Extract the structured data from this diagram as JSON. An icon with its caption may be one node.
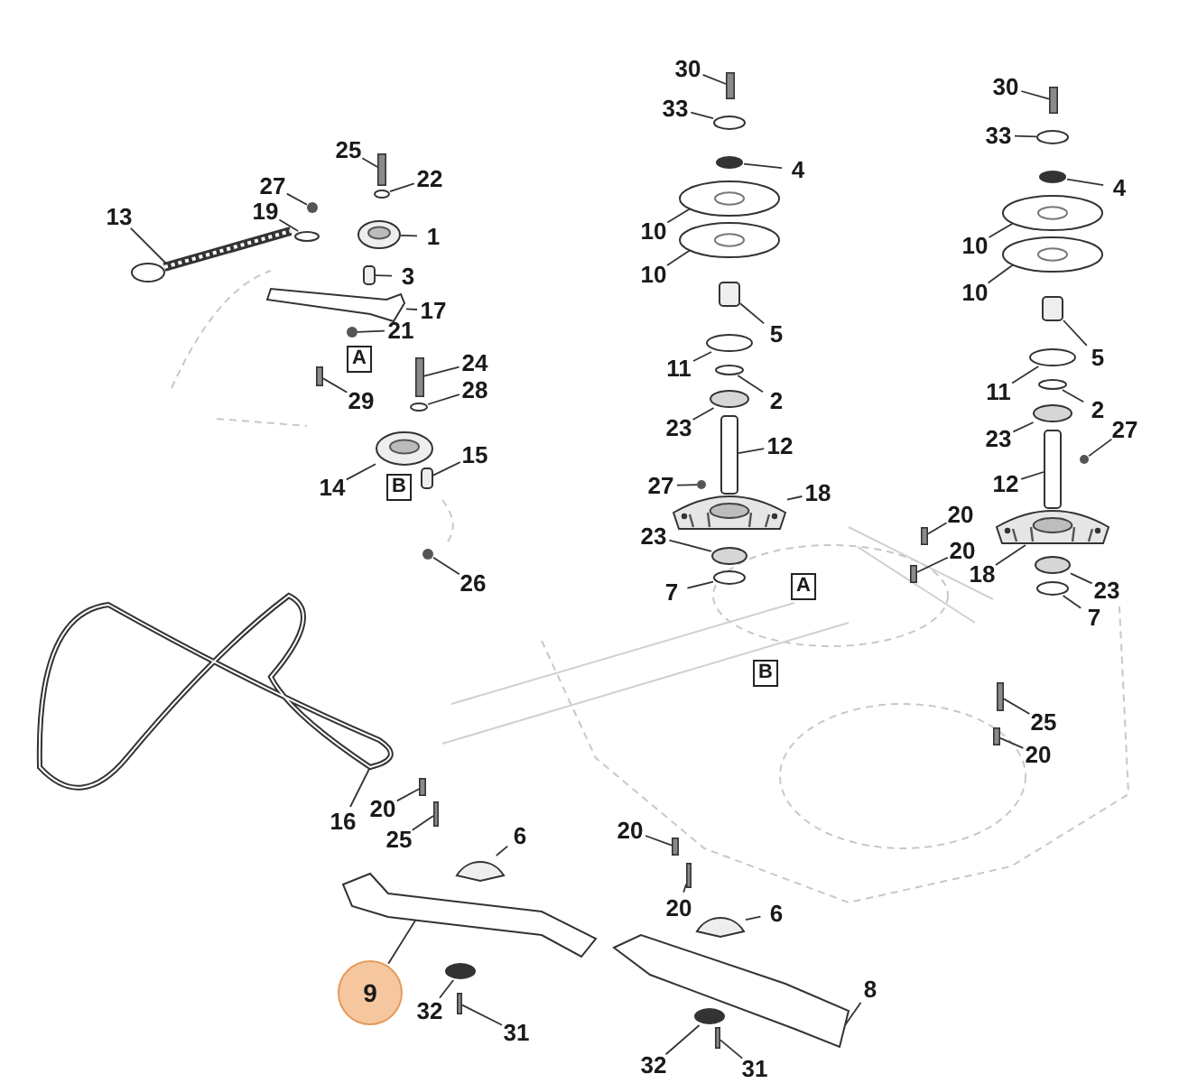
{
  "diagram": {
    "nodes": [
      {
        "text": [
          "25"
        ]
      },
      {
        "text": [
          "22"
        ]
      },
      {
        "text": [
          "27"
        ]
      },
      {
        "text": [
          "19"
        ]
      },
      {
        "text": [
          "1"
        ]
      },
      {
        "text": [
          "13"
        ]
      },
      {
        "text": [
          "3"
        ]
      },
      {
        "text": [
          "17"
        ]
      },
      {
        "text": [
          "21"
        ]
      },
      {
        "text": [
          "29"
        ]
      },
      {
        "text": [
          "24"
        ]
      },
      {
        "text": [
          "28"
        ]
      },
      {
        "text": [
          "15"
        ]
      },
      {
        "text": [
          "14"
        ]
      },
      {
        "text": [
          "26"
        ]
      },
      {
        "text": [
          "30"
        ]
      },
      {
        "text": [
          "33"
        ]
      },
      {
        "text": [
          "4"
        ]
      },
      {
        "text": [
          "10"
        ]
      },
      {
        "text": [
          "10"
        ]
      },
      {
        "text": [
          "5"
        ]
      },
      {
        "text": [
          "11"
        ]
      },
      {
        "text": [
          "2"
        ]
      },
      {
        "text": [
          "23"
        ]
      },
      {
        "text": [
          "12"
        ]
      },
      {
        "text": [
          "27"
        ]
      },
      {
        "text": [
          "18"
        ]
      },
      {
        "text": [
          "23"
        ]
      },
      {
        "text": [
          "7"
        ]
      },
      {
        "text": [
          "30"
        ]
      },
      {
        "text": [
          "33"
        ]
      },
      {
        "text": [
          "4"
        ]
      },
      {
        "text": [
          "10"
        ]
      },
      {
        "text": [
          "10"
        ]
      },
      {
        "text": [
          "5"
        ]
      },
      {
        "text": [
          "11"
        ]
      },
      {
        "text": [
          "2"
        ]
      },
      {
        "text": [
          "27"
        ]
      },
      {
        "text": [
          "23"
        ]
      },
      {
        "text": [
          "12"
        ]
      },
      {
        "text": [
          "20"
        ]
      },
      {
        "text": [
          "20"
        ]
      },
      {
        "text": [
          "18"
        ]
      },
      {
        "text": [
          "23"
        ]
      },
      {
        "text": [
          "7"
        ]
      },
      {
        "text": [
          "25"
        ]
      },
      {
        "text": [
          "20"
        ]
      },
      {
        "text": [
          "16"
        ]
      },
      {
        "text": [
          "20"
        ]
      },
      {
        "text": [
          "25"
        ]
      },
      {
        "text": [
          "6"
        ]
      },
      {
        "text": [
          "20"
        ]
      },
      {
        "text": [
          "20"
        ]
      },
      {
        "text": [
          "6"
        ]
      },
      {
        "text": [
          "9"
        ]
      },
      {
        "text": [
          "8"
        ]
      },
      {
        "text": [
          "32"
        ]
      },
      {
        "text": [
          "31"
        ]
      },
      {
        "text": [
          "32"
        ]
      },
      {
        "text": [
          "31"
        ]
      },
      {
        "text": [],
        "shape": "bar"
      },
      {
        "text": [],
        "shape": "ellipse"
      },
      {
        "text": [],
        "shape": "circle"
      },
      {
        "text": [],
        "shape": "ellipse"
      },
      {
        "text": [],
        "shape": "picture"
      },
      {
        "text": [],
        "shape": "picture"
      },
      {
        "text": [],
        "shape": "box"
      },
      {
        "text": [],
        "shape": "picture"
      },
      {
        "text": [],
        "shape": "circle"
      },
      {
        "text": [],
        "shape": "bar"
      },
      {
        "text": [],
        "shape": "bar"
      },
      {
        "text": [],
        "shape": "ellipse"
      },
      {
        "text": [],
        "shape": "box"
      },
      {
        "text": [],
        "shape": "picture"
      },
      {
        "text": [],
        "shape": "circle"
      },
      {
        "text": [],
        "shape": "bar"
      },
      {
        "text": [],
        "shape": "ellipse"
      },
      {
        "text": [],
        "shape": "ellipse"
      },
      {
        "text": [],
        "shape": "picture"
      },
      {
        "text": [],
        "shape": "picture"
      },
      {
        "text": [],
        "shape": "box"
      },
      {
        "text": [],
        "shape": "ellipse"
      },
      {
        "text": [],
        "shape": "ellipse"
      },
      {
        "text": [],
        "shape": "ellipse"
      },
      {
        "text": [],
        "shape": "box"
      },
      {
        "text": [],
        "shape": "circle"
      },
      {
        "text": [],
        "shape": "picture"
      },
      {
        "text": [],
        "shape": "ellipse"
      },
      {
        "text": [],
        "shape": "ellipse"
      },
      {
        "text": [],
        "shape": "bar"
      },
      {
        "text": [],
        "shape": "ellipse"
      },
      {
        "text": [],
        "shape": "ellipse"
      },
      {
        "text": [],
        "shape": "picture"
      },
      {
        "text": [],
        "shape": "picture"
      },
      {
        "text": [],
        "shape": "box"
      },
      {
        "text": [],
        "shape": "ellipse"
      },
      {
        "text": [],
        "shape": "ellipse"
      },
      {
        "text": [],
        "shape": "circle"
      },
      {
        "text": [],
        "shape": "ellipse"
      },
      {
        "text": [],
        "shape": "box"
      },
      {
        "text": [],
        "shape": "bar"
      },
      {
        "text": [],
        "shape": "bar"
      },
      {
        "text": [],
        "shape": "picture"
      },
      {
        "text": [],
        "shape": "ellipse"
      },
      {
        "text": [],
        "shape": "ellipse"
      },
      {
        "text": [],
        "shape": "bar"
      },
      {
        "text": [],
        "shape": "bar"
      },
      {
        "text": [],
        "shape": "picture"
      },
      {
        "text": [],
        "shape": "bar"
      },
      {
        "text": [],
        "shape": "bar"
      },
      {
        "text": [],
        "shape": "picture"
      },
      {
        "text": [],
        "shape": "bar"
      },
      {
        "text": [],
        "shape": "bar"
      },
      {
        "text": [],
        "shape": "picture"
      },
      {
        "text": [],
        "shape": "picture"
      },
      {
        "text": [],
        "shape": "picture"
      },
      {
        "text": [],
        "shape": "ellipse"
      },
      {
        "text": [],
        "shape": "bar"
      },
      {
        "text": [],
        "shape": "ellipse"
      },
      {
        "text": [],
        "shape": "bar"
      }
    ],
    "edges": [
      {
        "from": 0,
        "to": 60,
        "arrow": "none"
      },
      {
        "from": 1,
        "to": 61,
        "arrow": "none"
      },
      {
        "from": 2,
        "to": 62,
        "arrow": "none"
      },
      {
        "from": 3,
        "to": 63,
        "arrow": "none"
      },
      {
        "from": 4,
        "to": 64,
        "arrow": "none"
      },
      {
        "from": 5,
        "to": 65,
        "arrow": "none"
      },
      {
        "from": 6,
        "to": 66,
        "arrow": "none"
      },
      {
        "from": 7,
        "to": 67,
        "arrow": "none"
      },
      {
        "from": 8,
        "to": 68,
        "arrow": "none"
      },
      {
        "from": 9,
        "to": 69,
        "arrow": "none"
      },
      {
        "from": 10,
        "to": 70,
        "arrow": "none"
      },
      {
        "from": 11,
        "to": 71,
        "arrow": "none"
      },
      {
        "from": 12,
        "to": 72,
        "arrow": "none"
      },
      {
        "from": 13,
        "to": 73,
        "arrow": "none"
      },
      {
        "from": 14,
        "to": 74,
        "arrow": "none"
      },
      {
        "from": 15,
        "to": 75,
        "arrow": "none"
      },
      {
        "from": 16,
        "to": 76,
        "arrow": "none"
      },
      {
        "from": 17,
        "to": 77,
        "arrow": "none"
      },
      {
        "from": 18,
        "to": 78,
        "arrow": "none"
      },
      {
        "from": 19,
        "to": 79,
        "arrow": "none"
      },
      {
        "from": 20,
        "to": 80,
        "arrow": "none"
      },
      {
        "from": 21,
        "to": 81,
        "arrow": "none"
      },
      {
        "from": 22,
        "to": 82,
        "arrow": "none"
      },
      {
        "from": 23,
        "to": 83,
        "arrow": "none"
      },
      {
        "from": 24,
        "to": 84,
        "arrow": "none"
      },
      {
        "from": 25,
        "to": 85,
        "arrow": "none"
      },
      {
        "from": 26,
        "to": 86,
        "arrow": "none"
      },
      {
        "from": 27,
        "to": 87,
        "arrow": "none"
      },
      {
        "from": 28,
        "to": 88,
        "arrow": "none"
      },
      {
        "from": 29,
        "to": 89,
        "arrow": "none"
      },
      {
        "from": 30,
        "to": 90,
        "arrow": "none"
      },
      {
        "from": 31,
        "to": 91,
        "arrow": "none"
      },
      {
        "from": 32,
        "to": 92,
        "arrow": "none"
      },
      {
        "from": 33,
        "to": 93,
        "arrow": "none"
      },
      {
        "from": 34,
        "to": 94,
        "arrow": "none"
      },
      {
        "from": 35,
        "to": 95,
        "arrow": "none"
      },
      {
        "from": 36,
        "to": 96,
        "arrow": "none"
      },
      {
        "from": 37,
        "to": 97,
        "arrow": "none"
      },
      {
        "from": 38,
        "to": 98,
        "arrow": "none"
      },
      {
        "from": 39,
        "to": 99,
        "arrow": "none"
      },
      {
        "from": 40,
        "to": 100,
        "arrow": "none"
      },
      {
        "from": 41,
        "to": 101,
        "arrow": "none"
      },
      {
        "from": 42,
        "to": 102,
        "arrow": "none"
      },
      {
        "from": 43,
        "to": 103,
        "arrow": "none"
      },
      {
        "from": 44,
        "to": 104,
        "arrow": "none"
      },
      {
        "from": 45,
        "to": 105,
        "arrow": "none"
      },
      {
        "from": 46,
        "to": 106,
        "arrow": "none"
      },
      {
        "from": 47,
        "to": 107,
        "arrow": "none"
      },
      {
        "from": 48,
        "to": 108,
        "arrow": "none"
      },
      {
        "from": 49,
        "to": 109,
        "arrow": "none"
      },
      {
        "from": 50,
        "to": 110,
        "arrow": "none"
      },
      {
        "from": 51,
        "to": 111,
        "arrow": "none"
      },
      {
        "from": 52,
        "to": 112,
        "arrow": "none"
      },
      {
        "from": 53,
        "to": 113,
        "arrow": "none"
      },
      {
        "from": 54,
        "to": 114,
        "arrow": "none"
      },
      {
        "from": 55,
        "to": 115,
        "arrow": "none"
      },
      {
        "from": 56,
        "to": 116,
        "arrow": "none"
      },
      {
        "from": 57,
        "to": 117,
        "arrow": "none"
      },
      {
        "from": 58,
        "to": 118,
        "arrow": "none"
      },
      {
        "from": 59,
        "to": 119,
        "arrow": "none"
      }
    ],
    "labels": [
      "A",
      "B",
      "A",
      "B"
    ]
  }
}
